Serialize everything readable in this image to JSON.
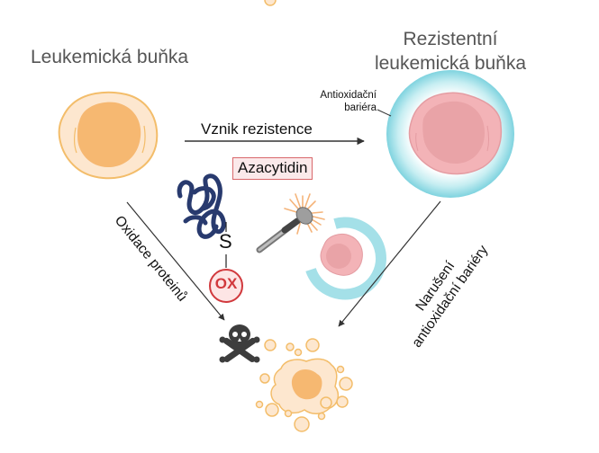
{
  "diagram": {
    "nodes": {
      "leukemic_cell": {
        "title": "Leukemická buňka"
      },
      "resistant_cell": {
        "title_line1": "Rezistentní",
        "title_line2": "leukemická buňka"
      },
      "antioxidant_barrier": {
        "line1": "Antioxidační",
        "line2": "bariéra"
      },
      "drug": {
        "label": "Azacytidin"
      },
      "protein_oxidation": {
        "sulfur_symbol": "S",
        "ox_label": "OX"
      }
    },
    "edges": {
      "resistance_arrow": {
        "label": "Vznik rezistence"
      },
      "oxidation_arrow": {
        "label": "Oxidace proteinů"
      },
      "barrier_disruption_arrow": {
        "line1": "Narušení",
        "line2": "antioxidační bariéry"
      }
    },
    "icons": [
      "leukemic-cell-icon",
      "resistant-cell-icon",
      "protein-strand-icon",
      "ox-badge-icon",
      "hammer-icon",
      "broken-barrier-cell-icon",
      "skull-crossbones-icon",
      "apoptotic-cell-icon"
    ],
    "colors": {
      "cell_fill": "#fde7cf",
      "cell_outline": "#f3bd6a",
      "nucleus": "#f6b871",
      "resistant_fill": "#f3b3b7",
      "resistant_nucleus": "#e9a3a7",
      "barrier": "#7fd3df",
      "protein": "#283a6e",
      "ox_red": "#d1393d",
      "arrow": "#333333"
    }
  }
}
